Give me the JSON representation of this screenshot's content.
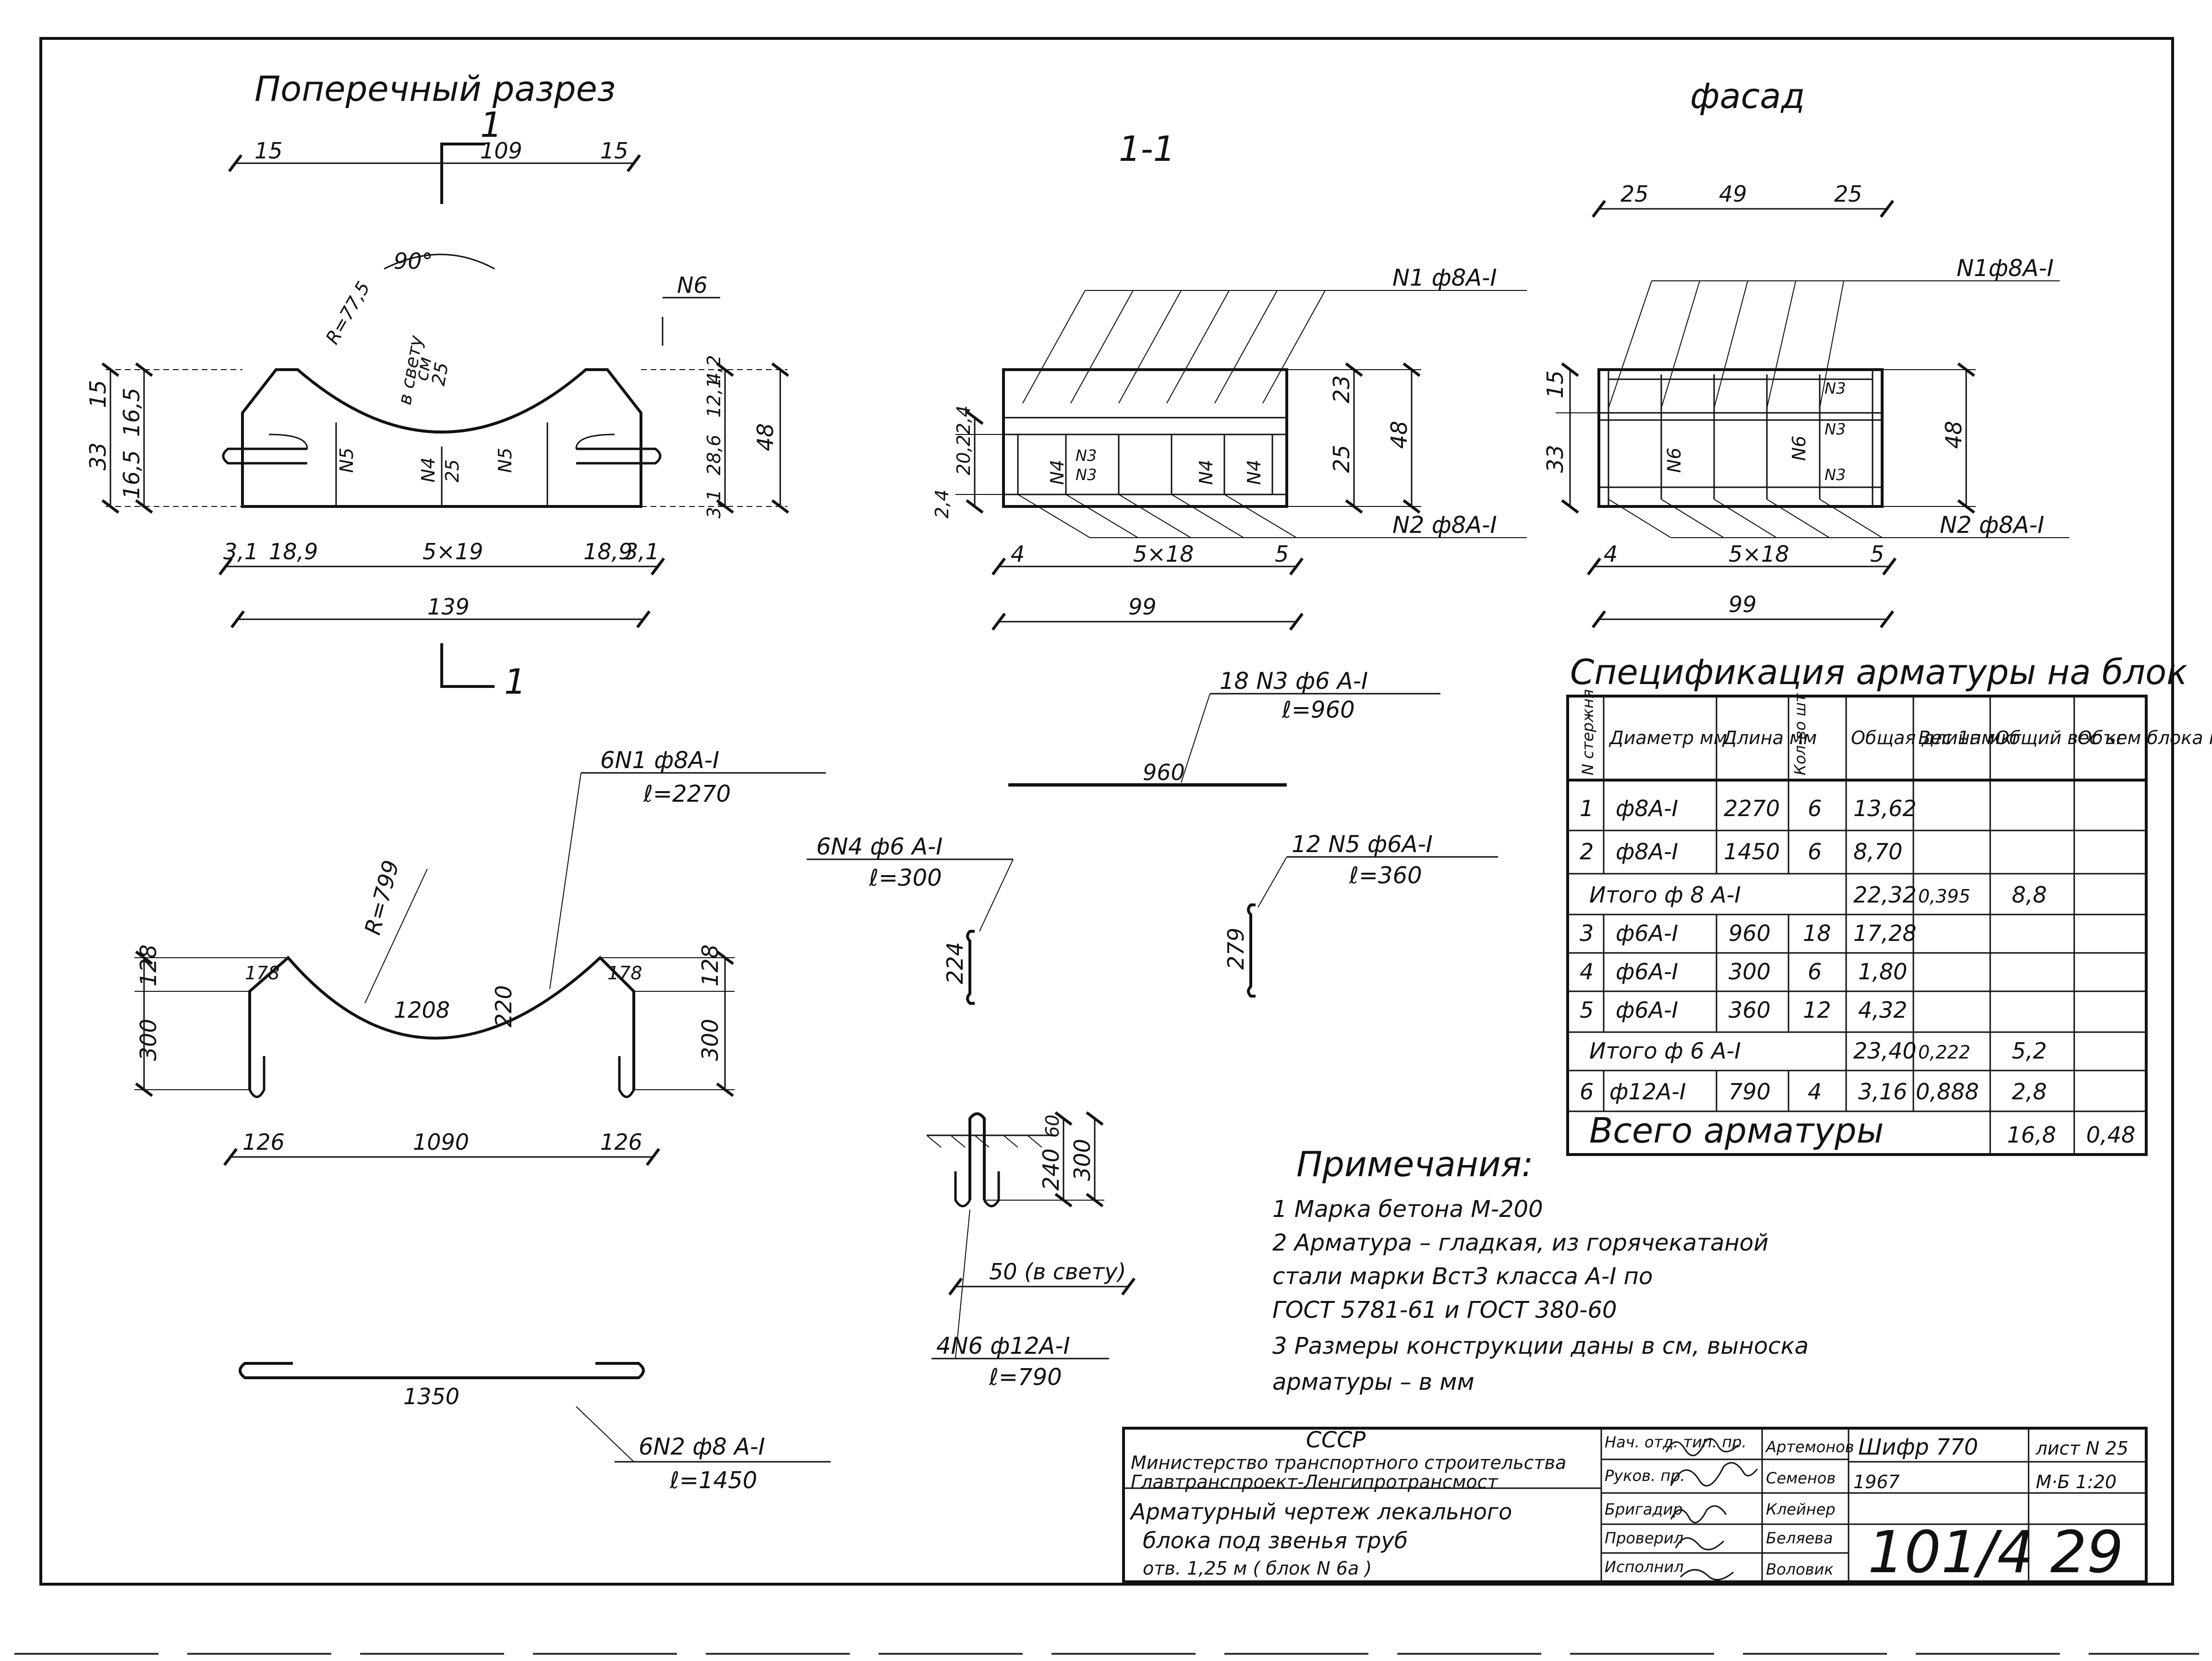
{
  "views": {
    "cross_section": {
      "title": "Поперечный разрез",
      "cut_label": "1",
      "angle": "90°",
      "radius": "R=77,5",
      "clear": "в свету",
      "clear_dim": "25",
      "clear_cm": "см",
      "bar_n6": "N6",
      "bar_n5a": "N5",
      "bar_n4": "N4",
      "bar_n5b": "N5",
      "dim_25": "25",
      "top_dims": [
        "15",
        "109",
        "15"
      ],
      "left_dims": [
        "33",
        "15",
        "16,5",
        "16,5"
      ],
      "right_dims": [
        "4,2",
        "12,1",
        "28,6",
        "3,1",
        "48"
      ],
      "bottom_dims": [
        "3,1",
        "18,9",
        "5×19",
        "18,9",
        "3,1"
      ],
      "total": "139"
    },
    "section_1_1": {
      "title": "1-1",
      "bar_n1": "N1 ф8А-I",
      "bar_n2": "N2 ф8А-I",
      "n3a": "N3",
      "n3b": "N3",
      "n4a": "N4",
      "n4b": "N4",
      "n4c": "N4",
      "left_dims": [
        "2,4",
        "20,2",
        "2,4"
      ],
      "right_dims": [
        "23",
        "25",
        "48"
      ],
      "bottom_dims": [
        "4",
        "5×18",
        "5"
      ],
      "total": "99"
    },
    "facade": {
      "title": "фасад",
      "top_dims": [
        "25",
        "49",
        "25"
      ],
      "bar_n1": "N1ф8А-I",
      "bar_n2": "N2 ф8А-I",
      "n3a": "N3",
      "n3b": "N3",
      "n3c": "N3",
      "n6a": "N6",
      "n6b": "N6",
      "left_dims": [
        "15",
        "33"
      ],
      "right_dim": "48",
      "bottom_dims": [
        "4",
        "5×18",
        "5"
      ],
      "total": "99"
    }
  },
  "bars": {
    "n1": {
      "label": "6N1 ф8А-I",
      "length": "ℓ=2270",
      "radius": "R=799",
      "chord": "1208",
      "rise": "220",
      "ends": [
        "128",
        "178",
        "178",
        "128"
      ],
      "legs": [
        "300",
        "300"
      ],
      "bottom_dims": [
        "126",
        "1090",
        "126"
      ]
    },
    "n2": {
      "label": "6N2 ф8 А-I",
      "length": "ℓ=1450",
      "dim": "1350"
    },
    "n3": {
      "label": "18 N3 ф6 А-I",
      "length": "ℓ=960",
      "dim": "960"
    },
    "n4": {
      "label": "6N4 ф6 А-I",
      "length": "ℓ=300",
      "dim": "224"
    },
    "n5": {
      "label": "12 N5 ф6А-I",
      "length": "ℓ=360",
      "dim": "279"
    },
    "n6": {
      "label": "4N6 ф12А-I",
      "length": "ℓ=790",
      "dims": [
        "60",
        "240",
        "300"
      ],
      "clear": "50 (в свету)"
    }
  },
  "spec": {
    "title": "Спецификация арматуры на блок",
    "headers": [
      "N стержня",
      "Диаметр мм",
      "Длина мм",
      "Кол-во шт",
      "Общая длина м",
      "Вес 1пм кг",
      "Общий вес кг",
      "Объем блока м³"
    ],
    "rows": [
      {
        "n": "1",
        "d": "ф8А-I",
        "l": "2270",
        "q": "6",
        "tl": "13,62",
        "w": "",
        "tw": "",
        "v": ""
      },
      {
        "n": "2",
        "d": "ф8А-I",
        "l": "1450",
        "q": "6",
        "tl": "8,70",
        "w": "",
        "tw": "",
        "v": ""
      },
      {
        "n": "3",
        "d": "ф6А-I",
        "l": "960",
        "q": "18",
        "tl": "17,28",
        "w": "",
        "tw": "",
        "v": ""
      },
      {
        "n": "4",
        "d": "ф6А-I",
        "l": "300",
        "q": "6",
        "tl": "1,80",
        "w": "",
        "tw": "",
        "v": ""
      },
      {
        "n": "5",
        "d": "ф6А-I",
        "l": "360",
        "q": "12",
        "tl": "4,32",
        "w": "",
        "tw": "",
        "v": ""
      },
      {
        "n": "6",
        "d": "ф12А-I",
        "l": "790",
        "q": "4",
        "tl": "3,16",
        "w": "0,888",
        "tw": "2,8",
        "v": ""
      }
    ],
    "subtotal8": {
      "label": "Итого ф 8 А-I",
      "tl": "22,32",
      "w": "0,395",
      "tw": "8,8"
    },
    "subtotal6": {
      "label": "Итого ф 6 А-I",
      "tl": "23,40",
      "w": "0,222",
      "tw": "5,2"
    },
    "total": {
      "label": "Всего арматуры",
      "tw": "16,8",
      "v": "0,48"
    }
  },
  "notes": {
    "title": "Примечания:",
    "lines": [
      "1  Марка  бетона   М-200",
      "2  Арматура – гладкая, из горячекатаной",
      "     стали марки Вст3 класса А-I по",
      "     ГОСТ 5781-61 и ГОСТ 380-60",
      "3  Размеры конструкции даны в см, выноска",
      "     арматуры – в мм"
    ]
  },
  "stamp": {
    "org1": "СССР",
    "org2": "Министерство транспортного строительства",
    "org3": "Главтранспроект-Ленгипротрансмост",
    "desc1": "Арматурный чертеж лекального",
    "desc2": "блока под звенья труб",
    "desc3": "отв. 1,25 м   ( блок N 6а )",
    "roles": [
      "Нач. отд. тип. пр.",
      "Руков. пр.",
      "Бригадир",
      "Проверил",
      "Исполнил"
    ],
    "names": [
      "Артемонов",
      "Семенов",
      "Клейнер",
      "Беляева",
      "Воловик"
    ],
    "cipher": "Шифр 770",
    "sheet_label": "лист N 25",
    "year": "1967",
    "scale": "М·Б 1:20",
    "number": "101/4",
    "page": "29"
  }
}
